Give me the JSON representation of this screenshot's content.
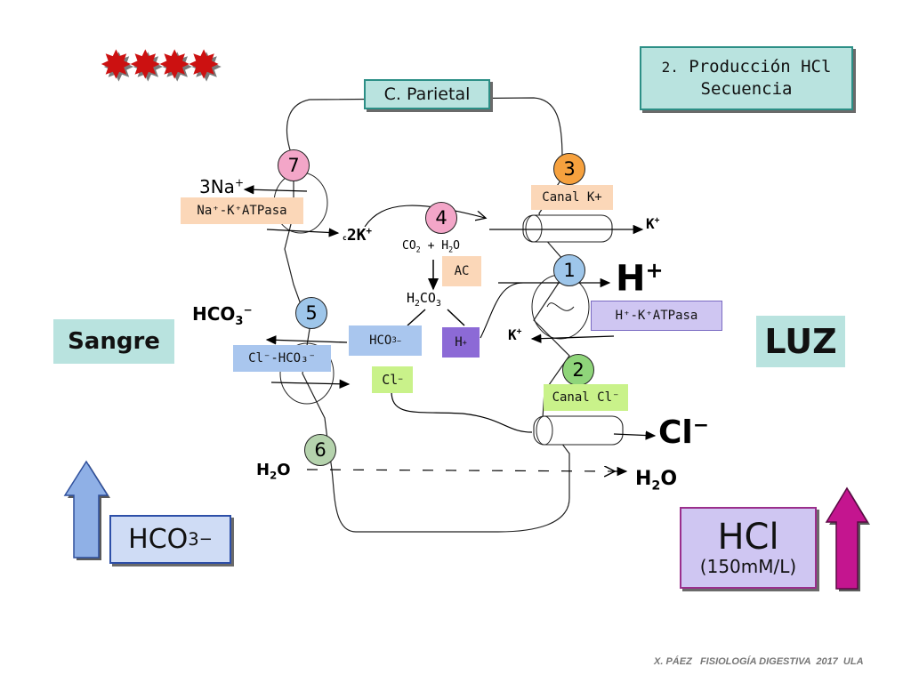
{
  "stars": "✸✸✸✸",
  "title": {
    "number": "2.",
    "line1": "Producción HCl",
    "line2": "Secuencia"
  },
  "cell_label": "C. Parietal",
  "sides": {
    "blood": "Sangre",
    "lumen": "LUZ"
  },
  "steps": {
    "s1": "1",
    "s2": "2",
    "s3": "3",
    "s4": "4",
    "s5": "5",
    "s6": "6",
    "s7": "7"
  },
  "transporters": {
    "na_k_atpase": "Na⁺-K⁺ATPasa",
    "k_channel": "Canal K+",
    "h_k_atpase": "H⁺-K⁺ATPasa",
    "cl_hco3": "Cl⁻-HCO₃⁻",
    "cl_channel": "Canal Cl⁻"
  },
  "ions": {
    "na3": "3Na",
    "k2": "2K",
    "k_lumen": "K",
    "h_lumen": "H",
    "k_in": "K",
    "cl_lumen": "Cl",
    "hco3_blood": "HCO",
    "h2o_left": "H",
    "h2o_right": "H"
  },
  "reaction": {
    "co2": "CO",
    "plus_h2o": "+ H",
    "enzyme": "AC",
    "h2co3": "H",
    "hco3": "HCO",
    "h": "H",
    "cl": "Cl"
  },
  "results": {
    "hco3_big": "HCO",
    "hcl": "HCl",
    "hcl_conc": "(150mM/L)"
  },
  "footer": "X. PÁEZ   FISIOLOGÍA DIGESTIVA  2017  ULA",
  "colors": {
    "teal_box": "#b9e3df",
    "teal_border": "#2c8f86",
    "blue_box": "#a9c6ee",
    "lavender_box": "#cfc6f2",
    "purple_box": "#8c6ad6",
    "peach_box": "#fbd7b8",
    "yellow_green_box": "#c9f28a",
    "pink_circle": "#f3a6c8",
    "orange_circle": "#f6a13e",
    "green_circle": "#8fd57a",
    "blue_circle": "#9ec6ea",
    "sage_circle": "#b5d3ad",
    "stars": "#cc1111",
    "arrow_blue": "#8fb0e6",
    "arrow_magenta": "#c4158f"
  }
}
